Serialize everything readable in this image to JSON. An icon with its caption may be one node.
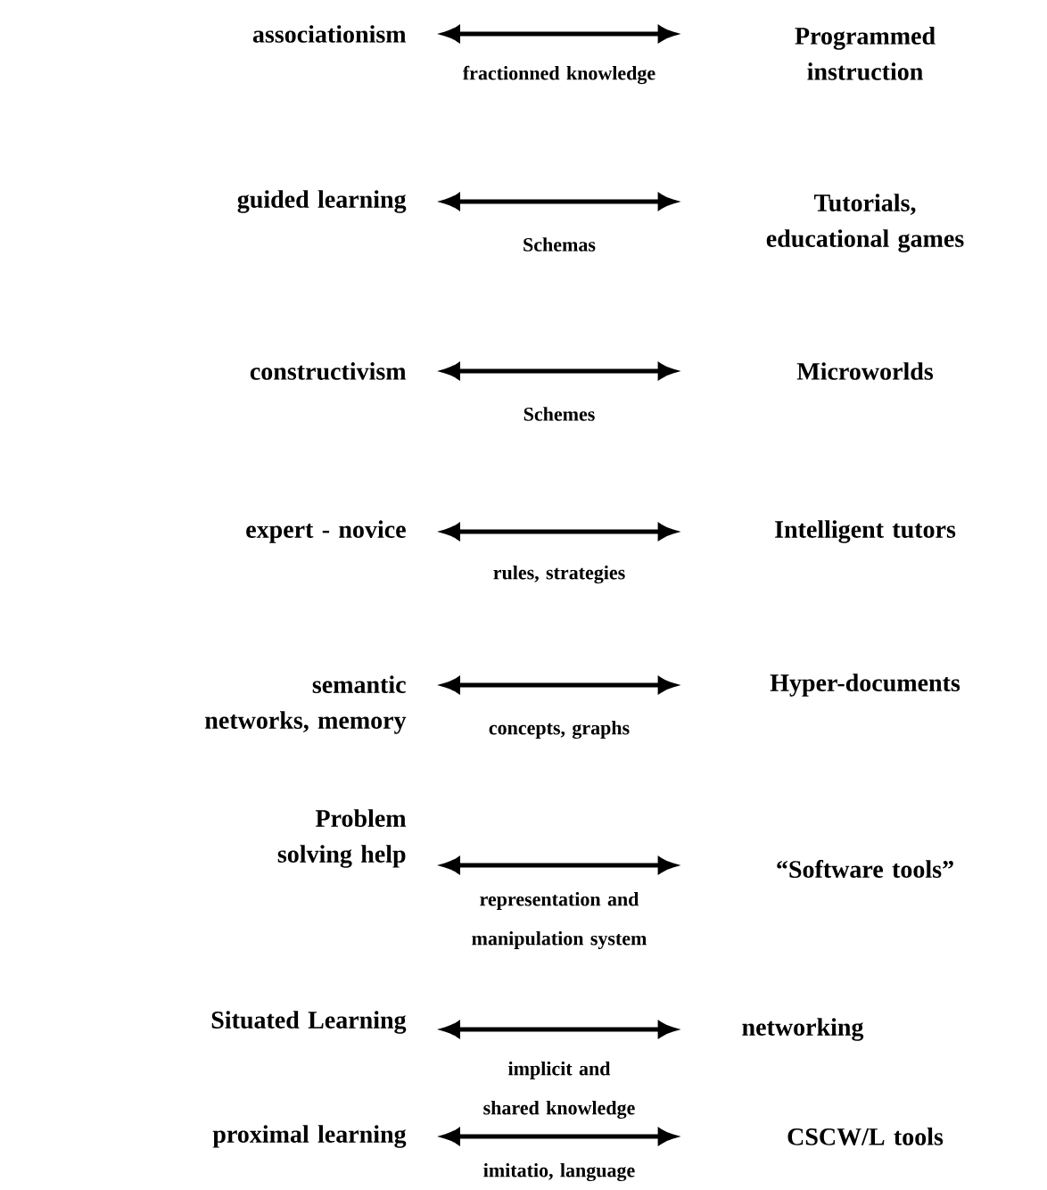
{
  "diagram": {
    "nodes": [
      {
        "text": [
          "associationism"
        ]
      },
      {
        "text": [
          "Programmed instruction"
        ]
      },
      {
        "text": [
          "guided learning"
        ]
      },
      {
        "text": [
          "Tutorials, educational games"
        ]
      },
      {
        "text": [
          "constructivism"
        ]
      },
      {
        "text": [
          "Microworlds"
        ]
      },
      {
        "text": [
          "expert - novice"
        ]
      },
      {
        "text": [
          "Intelligent tutors"
        ]
      },
      {
        "text": [
          "semantic networks, memory"
        ]
      },
      {
        "text": [
          "Hyper-documents"
        ]
      },
      {
        "text": [
          "Problem solving help"
        ]
      },
      {
        "text": [
          "“Software tools”"
        ]
      },
      {
        "text": [
          "Situated Learning"
        ]
      },
      {
        "text": [
          "networking"
        ]
      },
      {
        "text": [
          "proximal learning"
        ]
      },
      {
        "text": [
          "CSCW/L tools"
        ]
      }
    ],
    "edges": [
      {
        "from": 0,
        "to": 1,
        "arrow": "both",
        "label": "fractionned knowledge"
      },
      {
        "from": 2,
        "to": 3,
        "arrow": "both",
        "label": "Schemas"
      },
      {
        "from": 4,
        "to": 5,
        "arrow": "both",
        "label": "Schemes"
      },
      {
        "from": 6,
        "to": 7,
        "arrow": "both",
        "label": "rules, strategies"
      },
      {
        "from": 8,
        "to": 9,
        "arrow": "both",
        "label": "concepts, graphs"
      },
      {
        "from": 10,
        "to": 11,
        "arrow": "both",
        "label": "representation and manipulation system"
      },
      {
        "from": 12,
        "to": 13,
        "arrow": "both",
        "label": "implicit and shared knowledge"
      },
      {
        "from": 14,
        "to": 15,
        "arrow": "both",
        "label": "imitatio, language"
      }
    ]
  }
}
